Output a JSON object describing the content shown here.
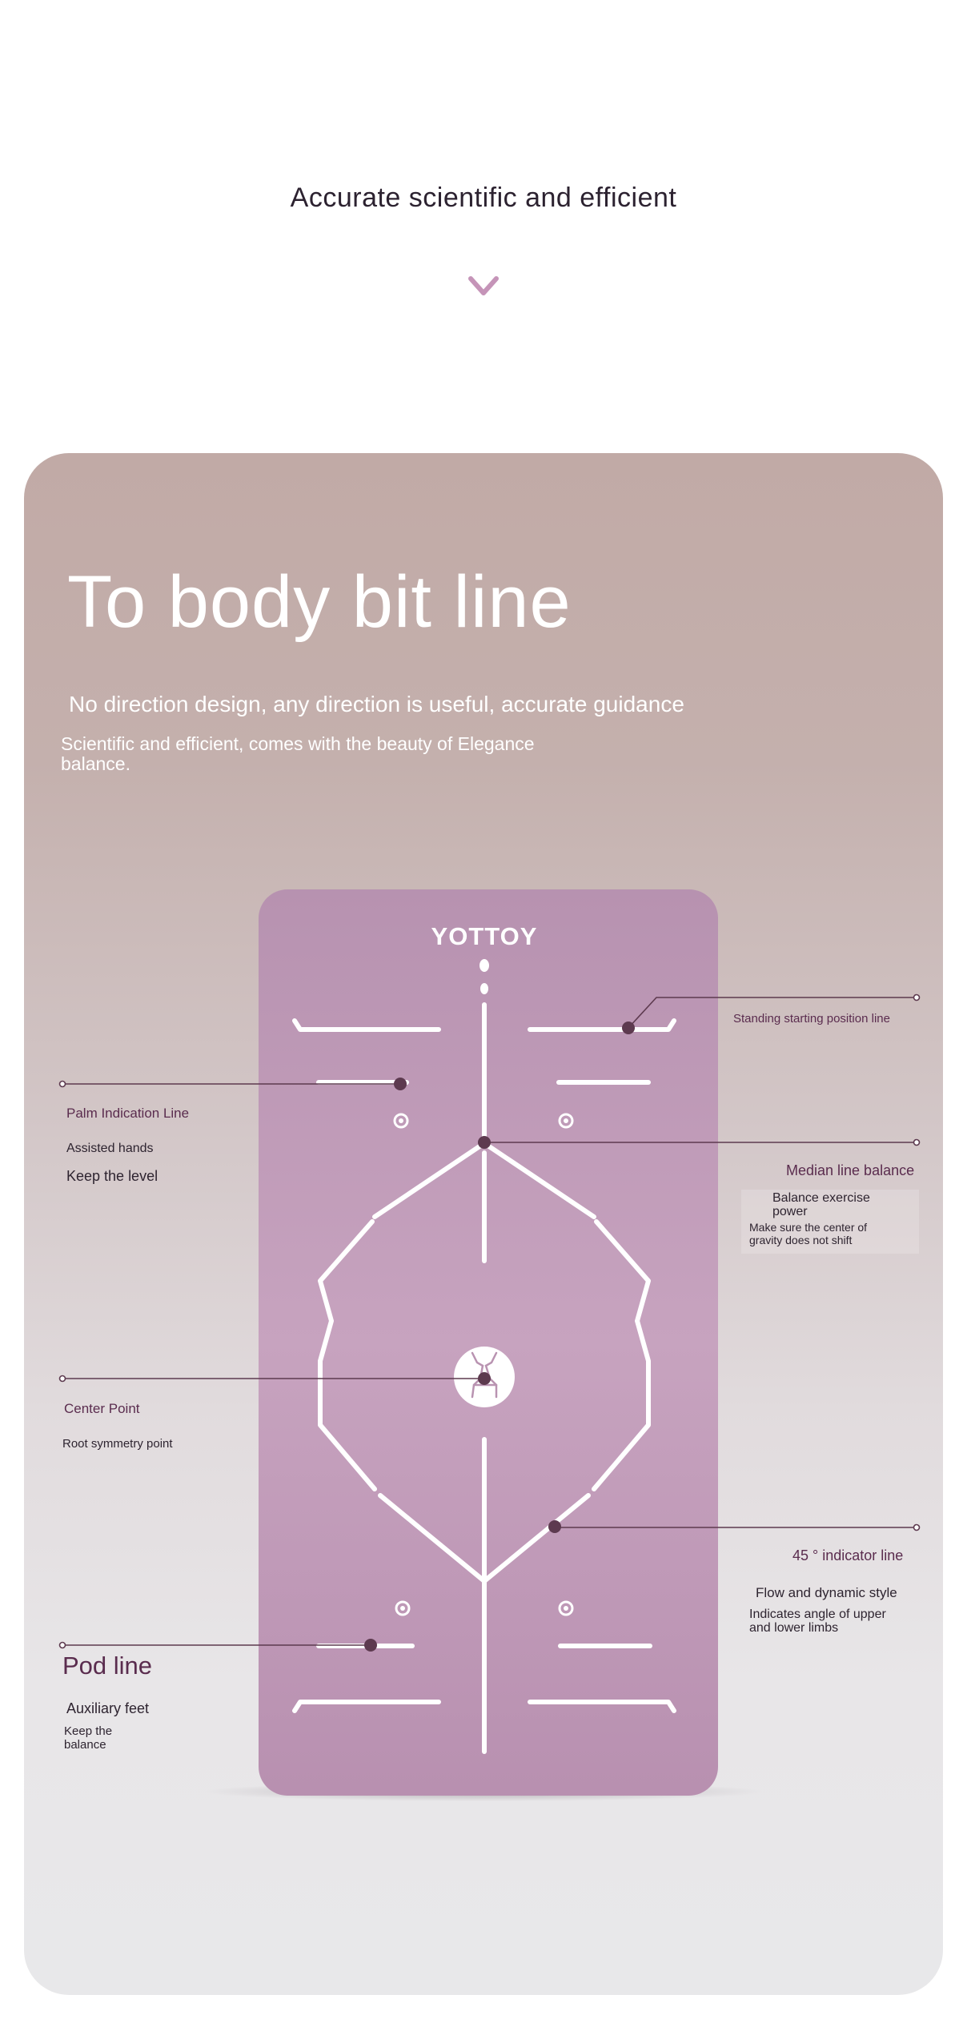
{
  "header": {
    "title": "Accurate scientific and efficient",
    "chevron_icon": "chevron-down-icon",
    "accent_color": "#c594b8"
  },
  "card": {
    "headline": "To body bit line",
    "subtitle": "No direction design, any direction is useful, accurate guidance",
    "description": "Scientific and efficient, comes with the beauty of Elegance balance.",
    "background_top": "#c1aaa6",
    "background_bottom": "#e8e8ea"
  },
  "mat": {
    "brand": "YOTTOY",
    "color": "#c39cb8",
    "line_color": "#ffffff",
    "pin_color": "#5d3a4f",
    "center_icon": "deer-logo-icon"
  },
  "callouts": {
    "standing_line": {
      "title": "Standing starting position line"
    },
    "palm_line": {
      "title": "Palm Indication Line",
      "line1": "Assisted hands",
      "line2": "Keep the level"
    },
    "median_line": {
      "title": "Median line balance",
      "line1": "Balance exercise power",
      "line2": "Make sure the center of gravity does not shift"
    },
    "center_point": {
      "title": "Center Point",
      "line1": "Root symmetry point"
    },
    "indicator_45": {
      "title": "45 ° indicator line",
      "line1": "Flow and dynamic style",
      "line2": "Indicates angle of upper and lower limbs"
    },
    "pod_line": {
      "title": "Pod line",
      "line1": "Auxiliary feet",
      "line2": "Keep the balance"
    }
  }
}
